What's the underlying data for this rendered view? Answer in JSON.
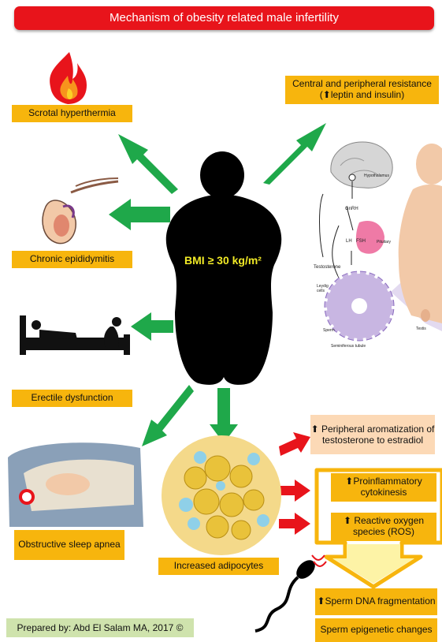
{
  "title": "Mechanism of obesity related male infertility",
  "center": {
    "bmi": "BMI ≥ 30 kg/m²"
  },
  "labels": {
    "scrotal": "Scrotal hyperthermia",
    "epididymitis": "Chronic epididymitis",
    "erectile": "Erectile dysfunction",
    "apnea": "Obstructive sleep apnea",
    "adipocytes": "Increased adipocytes",
    "resistance": "Central and peripheral resistance (⬆leptin and insulin)",
    "aromatization": "⬆ Peripheral aromatization of testosterone to estradiol",
    "cytokines": "⬆Proinflammatory cytokinesis",
    "ros": "⬆ Reactive oxygen species (ROS)",
    "dna": "⬆Sperm DNA fragmentation",
    "epigenetic": "Sperm epigenetic changes"
  },
  "hpg": {
    "hypothalamus": "Hypothalamus",
    "gnrh": "GnRH",
    "lh": "LH",
    "fsh": "FSH",
    "pituitary": "Pituitary",
    "testosterone": "Testosterone",
    "leydig": "Leydig cells",
    "sperm": "Sperm",
    "tubule": "Seminiferous tubule",
    "testis": "Testis"
  },
  "footer": "Prepared by: Abd El Salam MA, 2017 ©",
  "colors": {
    "title": "#e8141b",
    "label": "#f7b50d",
    "arrow_green": "#1fa84a",
    "arrow_red": "#e8141b",
    "footer": "#cfe3ad",
    "peach": "#fcd9b6"
  }
}
